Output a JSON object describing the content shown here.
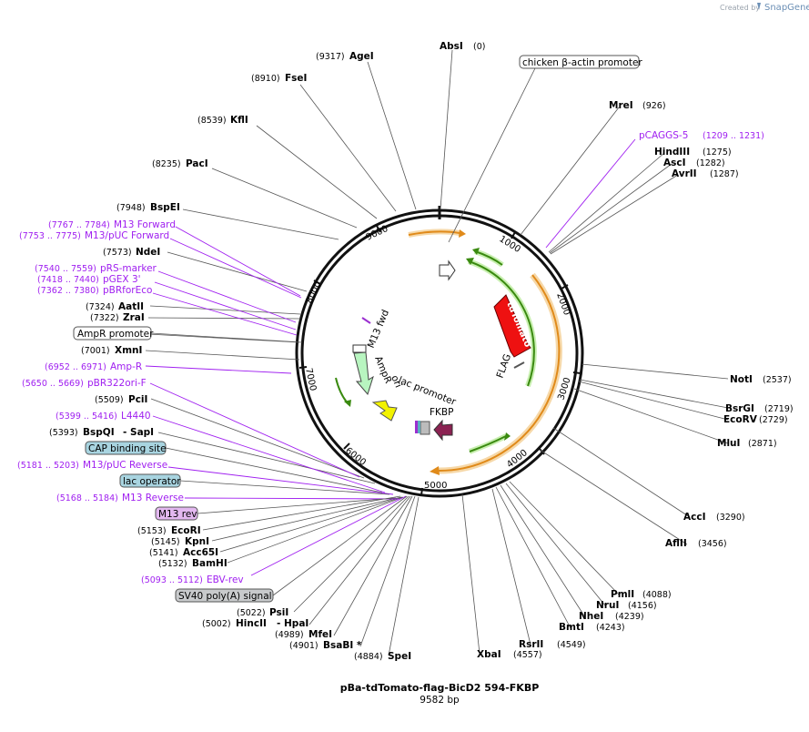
{
  "branding": {
    "created_by": "Created by",
    "product": "SnapGene"
  },
  "map": {
    "name": "pBa-tdTomato-flag-BicD2 594-FKBP",
    "length_label": "9582 bp",
    "total_bp": 9582
  },
  "ticks": [
    "1000",
    "2000",
    "3000",
    "4000",
    "5000",
    "6000",
    "7000",
    "8000",
    "9000"
  ],
  "enzymes": [
    {
      "name": "AbsI",
      "pos": "(0)"
    },
    {
      "name": "AgeI",
      "pos": "(9317)"
    },
    {
      "name": "FseI",
      "pos": "(8910)"
    },
    {
      "name": "KflI",
      "pos": "(8539)"
    },
    {
      "name": "PacI",
      "pos": "(8235)"
    },
    {
      "name": "BspEI",
      "pos": "(7948)"
    },
    {
      "name": "NdeI",
      "pos": "(7573)"
    },
    {
      "name": "AatII",
      "pos": "(7324)"
    },
    {
      "name": "ZraI",
      "pos": "(7322)"
    },
    {
      "name": "XmnI",
      "pos": "(7001)"
    },
    {
      "name": "PciI",
      "pos": "(5509)"
    },
    {
      "name": "BspQI",
      "pos": "(5393)"
    },
    {
      "name": "- SapI",
      "pos": ""
    },
    {
      "name": "EcoRI",
      "pos": "(5153)"
    },
    {
      "name": "KpnI",
      "pos": "(5145)"
    },
    {
      "name": "Acc65I",
      "pos": "(5141)"
    },
    {
      "name": "BamHI",
      "pos": "(5132)"
    },
    {
      "name": "PsiI",
      "pos": "(5022)"
    },
    {
      "name": "HincII",
      "pos": "(5002)"
    },
    {
      "name": "- HpaI",
      "pos": ""
    },
    {
      "name": "MfeI",
      "pos": "(4989)"
    },
    {
      "name": "BsaBI *",
      "pos": "(4901)"
    },
    {
      "name": "SpeI",
      "pos": "(4884)"
    },
    {
      "name": "XbaI",
      "pos": "(4557)"
    },
    {
      "name": "RsrII",
      "pos": "(4549)"
    },
    {
      "name": "BmtI",
      "pos": "(4243)"
    },
    {
      "name": "NheI",
      "pos": "(4239)"
    },
    {
      "name": "NruI",
      "pos": "(4156)"
    },
    {
      "name": "PmlI",
      "pos": "(4088)"
    },
    {
      "name": "AflII",
      "pos": "(3456)"
    },
    {
      "name": "AccI",
      "pos": "(3290)"
    },
    {
      "name": "MluI",
      "pos": "(2871)"
    },
    {
      "name": "EcoRV",
      "pos": "(2729)"
    },
    {
      "name": "BsrGI",
      "pos": "(2719)"
    },
    {
      "name": "NotI",
      "pos": "(2537)"
    },
    {
      "name": "MreI",
      "pos": "(926)"
    },
    {
      "name": "HindIII",
      "pos": "(1275)"
    },
    {
      "name": "AscI",
      "pos": "(1282)"
    },
    {
      "name": "AvrII",
      "pos": "(1287)"
    }
  ],
  "primers": [
    {
      "name": "M13 Forward",
      "pos": "(7767 .. 7784)"
    },
    {
      "name": "M13/pUC Forward",
      "pos": "(7753 .. 7775)"
    },
    {
      "name": "pRS-marker",
      "pos": "(7540 .. 7559)"
    },
    {
      "name": "pGEX 3'",
      "pos": "(7418 .. 7440)"
    },
    {
      "name": "pBRforEco",
      "pos": "(7362 .. 7380)"
    },
    {
      "name": "Amp-R",
      "pos": "(6952 .. 6971)"
    },
    {
      "name": "pBR322ori-F",
      "pos": "(5650 .. 5669)"
    },
    {
      "name": "L4440",
      "pos": "(5399 .. 5416)"
    },
    {
      "name": "M13/pUC Reverse",
      "pos": "(5181 .. 5203)"
    },
    {
      "name": "M13 Reverse",
      "pos": "(5168 .. 5184)"
    },
    {
      "name": "EBV-rev",
      "pos": "(5093 .. 5112)"
    },
    {
      "name": "pCAGGS-5",
      "pos": "(1209 .. 1231)"
    }
  ],
  "boxed_features": [
    {
      "name": "chicken β-actin promoter",
      "fill": "#ffffff"
    },
    {
      "name": "AmpR promoter",
      "fill": "#ffffff"
    },
    {
      "name": "CAP binding site",
      "fill": "#a8d4e0"
    },
    {
      "name": "lac operator",
      "fill": "#a8d4e0"
    },
    {
      "name": "M13 rev",
      "fill": "#e3b8f0"
    },
    {
      "name": "SV40 poly(A) signal",
      "fill": "#c8cacc"
    }
  ],
  "inner_features": [
    {
      "name": "tdTomato",
      "color": "#ee1111"
    },
    {
      "name": "FLAG",
      "color": "#6a6a6a"
    },
    {
      "name": "M13 fwd",
      "color": "#9b30d0"
    },
    {
      "name": "AmpR",
      "color": "#b8f5c0"
    },
    {
      "name": "ori",
      "color": "#f2f200"
    },
    {
      "name": "lac promoter",
      "color": "#bcbcbc"
    },
    {
      "name": "FKBP",
      "color": "#8b2252"
    }
  ],
  "colors": {
    "accent_orange": "#e89a2a",
    "accent_green": "#3a8a10",
    "primer_purple": "#a020f0",
    "ring": "#111111"
  }
}
